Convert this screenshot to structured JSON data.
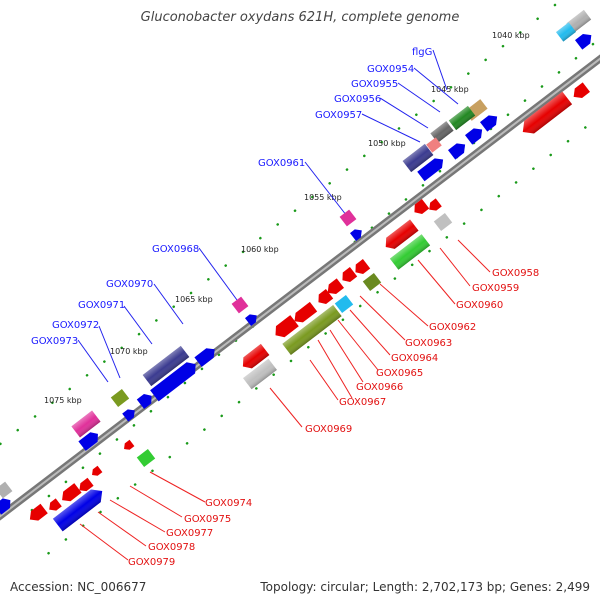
{
  "title": "Gluconobacter oxydans 621H, complete genome",
  "footer": {
    "accession": "Accession: NC_006677",
    "summary": "Topology: circular; Length: 2,702,173 bp; Genes: 2,499"
  },
  "colors": {
    "forward": "#0000e6",
    "reverse": "#e60000",
    "magenta": "#e0309a",
    "darkblue": "#3b3b90",
    "olive": "#7a9a20",
    "green": "#33cc33",
    "gray": "#b0b0b0",
    "cyan": "#22bbee",
    "pink": "#f08080",
    "tick": "#1a9a1a",
    "backbone": "#888888"
  },
  "kbp_ticks": [
    "1040 kbp",
    "1045 kbp",
    "1050 kbp",
    "1055 kbp",
    "1060 kbp",
    "1065 kbp",
    "1070 kbp",
    "1075 kbp"
  ],
  "forward_labels": [
    "flgG",
    "GOX0954",
    "GOX0955",
    "GOX0956",
    "GOX0957",
    "GOX0961",
    "GOX0968",
    "GOX0970",
    "GOX0971",
    "GOX0972",
    "GOX0973"
  ],
  "reverse_labels": [
    "GOX0958",
    "GOX0959",
    "GOX0960",
    "GOX0962",
    "GOX0963",
    "GOX0964",
    "GOX0965",
    "GOX0966",
    "GOX0967",
    "GOX0969",
    "GOX0974",
    "GOX0975",
    "GOX0977",
    "GOX0978",
    "GOX0979"
  ]
}
